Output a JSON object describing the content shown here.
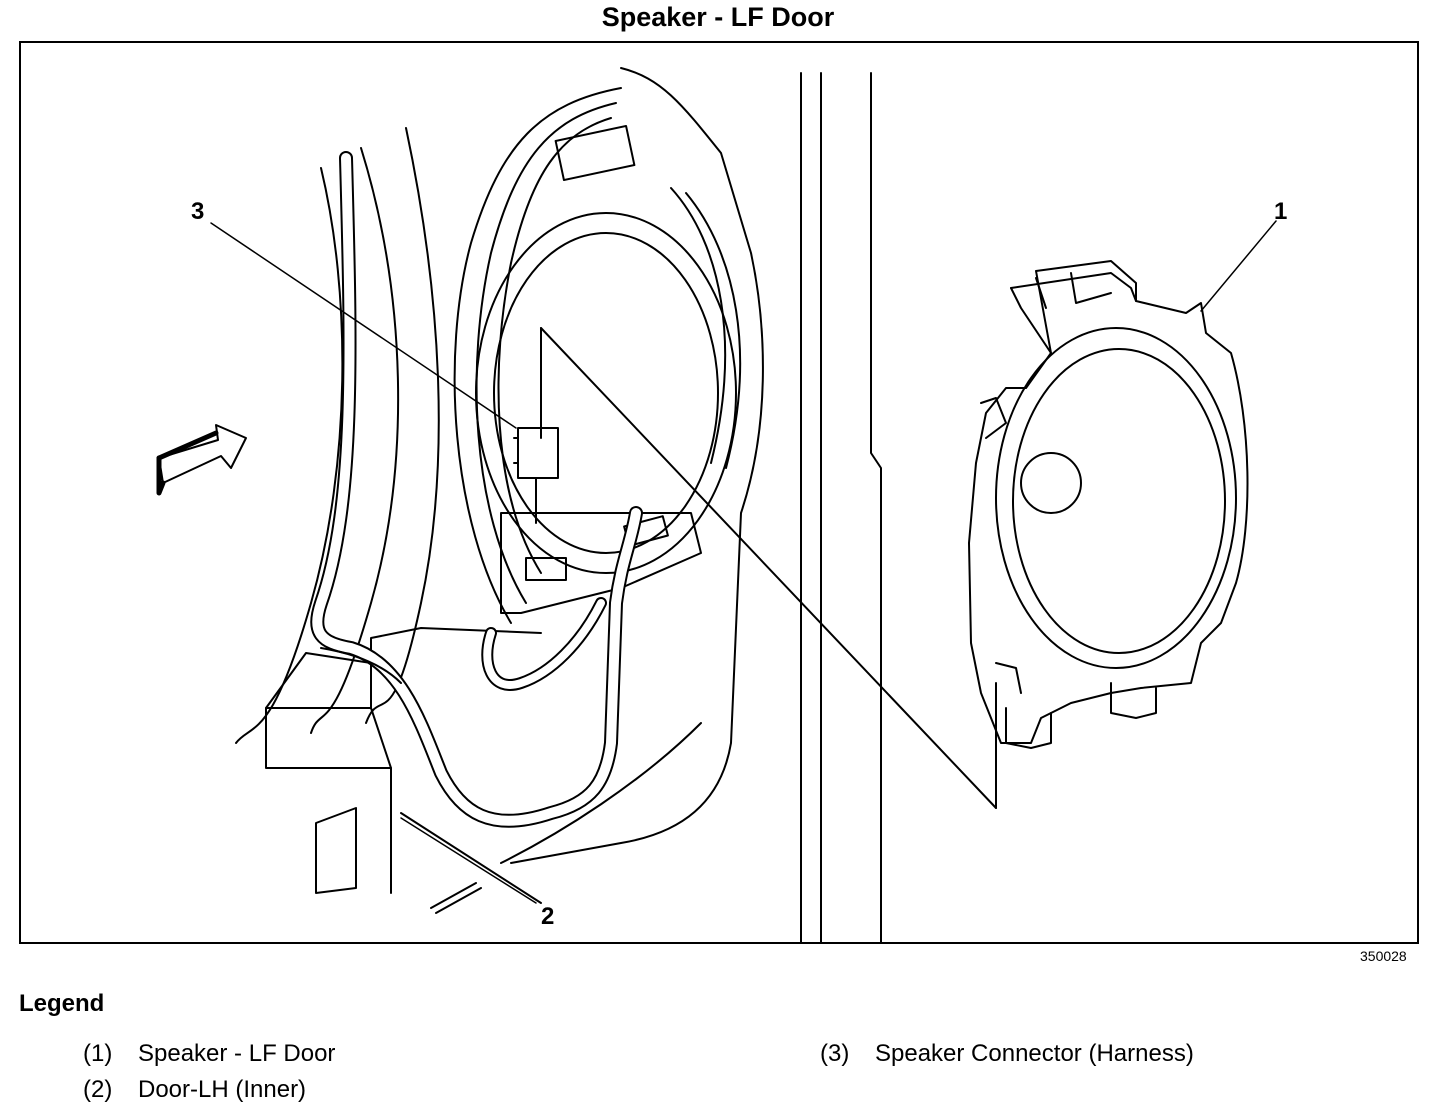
{
  "title": "Speaker - LF Door",
  "callouts": {
    "c1": "1",
    "c2": "2",
    "c3": "3"
  },
  "figure_id": "350028",
  "legend": {
    "heading": "Legend",
    "items": [
      {
        "num": "(1)",
        "label": "Speaker - LF Door"
      },
      {
        "num": "(2)",
        "label": "Door-LH (Inner)"
      },
      {
        "num": "(3)",
        "label": "Speaker Connector (Harness)"
      }
    ]
  }
}
